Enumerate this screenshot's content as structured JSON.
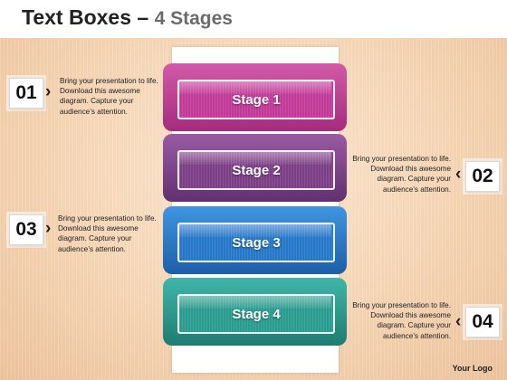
{
  "header": {
    "title_main": "Text Boxes –",
    "title_sub": "4 Stages"
  },
  "footer": {
    "logo_text": "Your Logo"
  },
  "stages": [
    {
      "number": "01",
      "label": "Stage 1",
      "color": "#c23a97",
      "desc": "Bring your presentation to life. Download this awesome diagram. Capture your audience’s attention."
    },
    {
      "number": "02",
      "label": "Stage 2",
      "color": "#7c3f86",
      "desc": "Bring your presentation to life. Download this awesome diagram. Capture your audience’s attention."
    },
    {
      "number": "03",
      "label": "Stage 3",
      "color": "#2677c9",
      "desc": "Bring your presentation to life. Download this awesome diagram. Capture your audience’s attention."
    },
    {
      "number": "04",
      "label": "Stage 4",
      "color": "#2a9c8f",
      "desc": "Bring your presentation to life. Download this awesome diagram. Capture your audience’s attention."
    }
  ],
  "icons": {
    "left_chevron": "chevron-right-icon",
    "right_chevron": "chevron-left-icon"
  }
}
